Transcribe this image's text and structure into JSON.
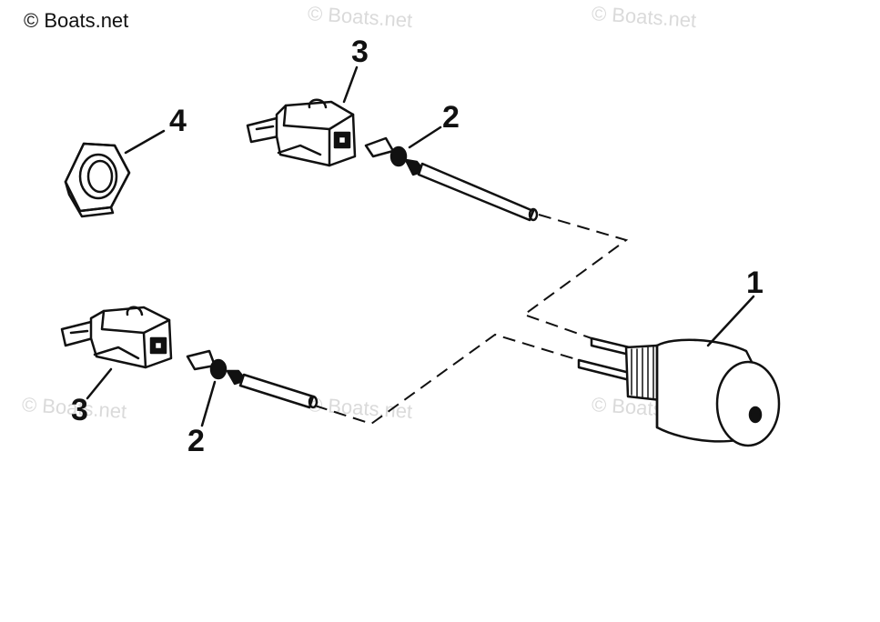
{
  "copyright": "© Boats.net",
  "watermark": "© Boats.net",
  "callouts": [
    "1",
    "2",
    "3",
    "4"
  ],
  "parts": {
    "part1": "sending-unit",
    "part2": "terminal-lead",
    "part3": "connector-boot",
    "part4": "hex-nut"
  },
  "colors": {
    "ink": "#111111",
    "watermark": "#b0b0b0"
  }
}
